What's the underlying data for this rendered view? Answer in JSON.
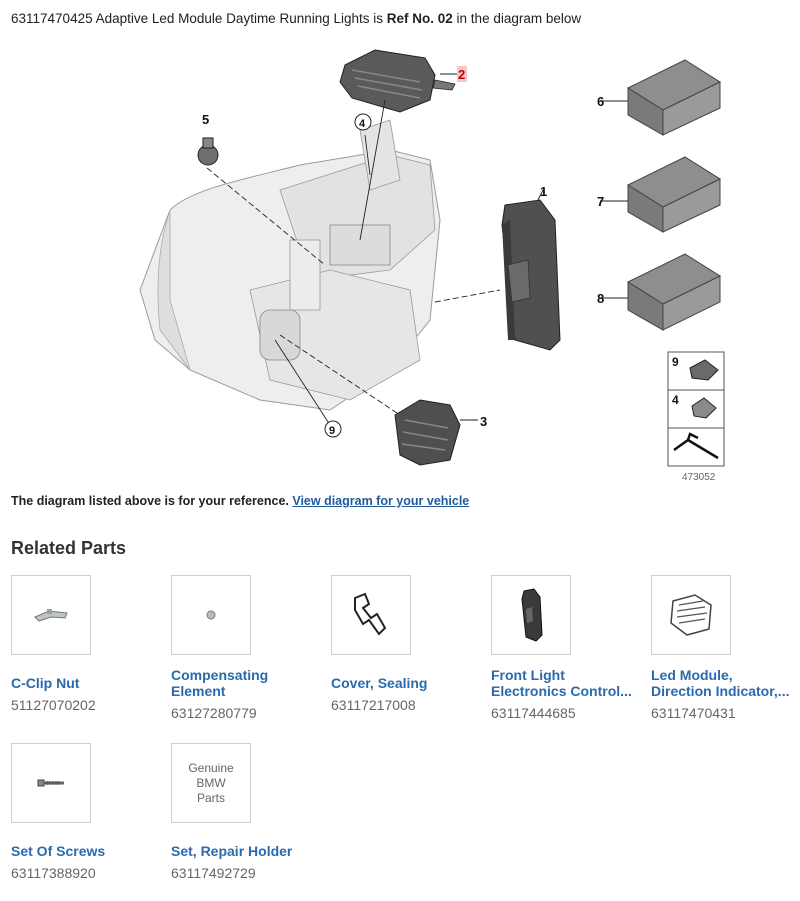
{
  "intro": {
    "part_number": "63117470425 Adaptive Led Module Daytime Running Lights is ",
    "ref_label": "Ref No. 02",
    "suffix": " in the diagram below"
  },
  "diagram": {
    "callouts": [
      "1",
      "2",
      "3",
      "4",
      "5",
      "6",
      "7",
      "8",
      "9"
    ],
    "inset_code": "473052",
    "ref_highlight_color": "#cc0000"
  },
  "ref_note": {
    "text": "The diagram listed above is for your reference. ",
    "link": "View diagram for your vehicle"
  },
  "related": {
    "title": "Related Parts",
    "items": [
      {
        "name_line1": "C-Clip Nut",
        "name_line2": "",
        "number": "51127070202",
        "icon": "clip-nut-icon"
      },
      {
        "name_line1": "Compensating",
        "name_line2": "Element",
        "number": "63127280779",
        "icon": "compensating-element-icon"
      },
      {
        "name_line1": "Cover, Sealing",
        "name_line2": "",
        "number": "63117217008",
        "icon": "sealing-cover-icon"
      },
      {
        "name_line1": "Front Light",
        "name_line2": "Electronics Control...",
        "number": "63117444685",
        "icon": "control-module-icon"
      },
      {
        "name_line1": "Led Module,",
        "name_line2": "Direction Indicator,...",
        "number": "63117470431",
        "icon": "led-module-icon"
      },
      {
        "name_line1": "Set Of Screws",
        "name_line2": "",
        "number": "63117388920",
        "icon": "screw-icon"
      },
      {
        "name_line1": "Set, Repair Holder",
        "name_line2": "",
        "number": "63117492729",
        "placeholder": "Genuine BMW Parts"
      }
    ]
  }
}
